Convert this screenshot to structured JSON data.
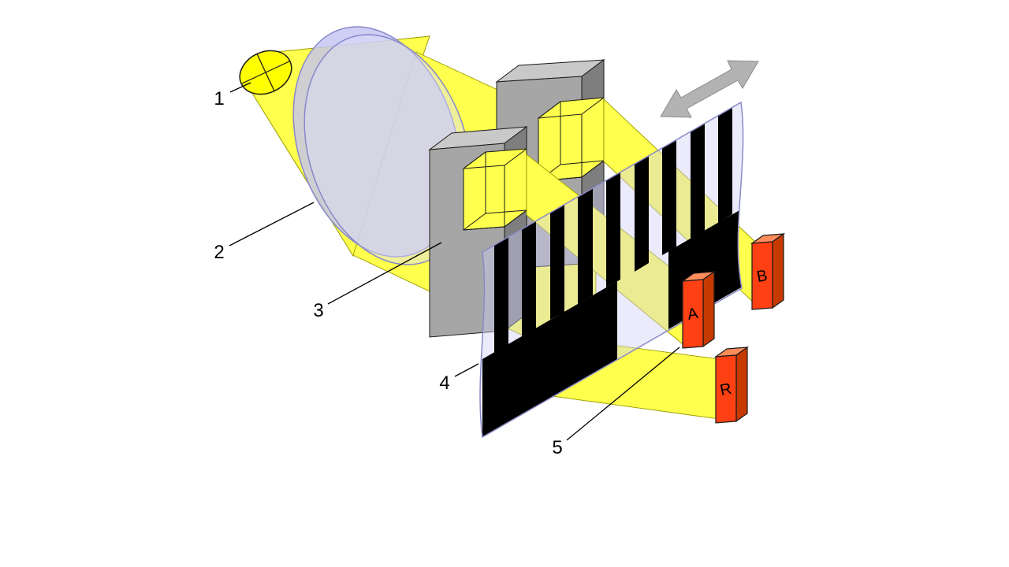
{
  "diagram": {
    "callouts": [
      {
        "label": "1"
      },
      {
        "label": "2"
      },
      {
        "label": "3"
      },
      {
        "label": "4"
      },
      {
        "label": "5"
      }
    ],
    "detectors": [
      {
        "label": "A"
      },
      {
        "label": "B"
      },
      {
        "label": "R"
      }
    ],
    "colors": {
      "light_beam": "#FFFF4D",
      "lamp": "#FFFF00",
      "lens_rim": "#C3C3F2",
      "mask_front": "#A6A6A6",
      "scale_stripe": "#000000",
      "detector_front": "#FF4013",
      "arrow": "#B3B3B3",
      "background": "#FFFFFF"
    }
  }
}
